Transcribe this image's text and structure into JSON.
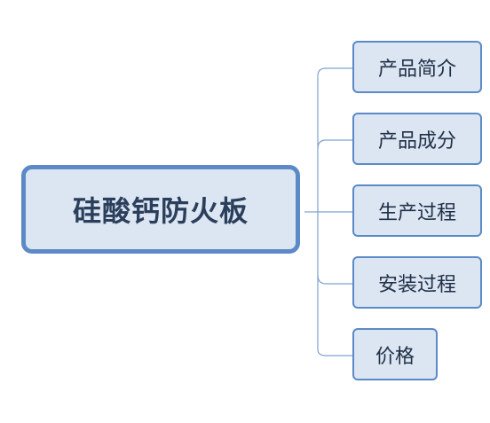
{
  "diagram": {
    "root": {
      "label": "硅酸钙防火板"
    },
    "children": [
      {
        "label": "产品简介"
      },
      {
        "label": "产品成分"
      },
      {
        "label": "生产过程"
      },
      {
        "label": "安装过程"
      },
      {
        "label": "价格"
      }
    ]
  },
  "colors": {
    "node_fill": "#dce6f2",
    "node_border": "#5b8ac7",
    "root_text": "#2b3f5c",
    "child_text": "#1f2f47",
    "connector": "#7fa3cf"
  }
}
